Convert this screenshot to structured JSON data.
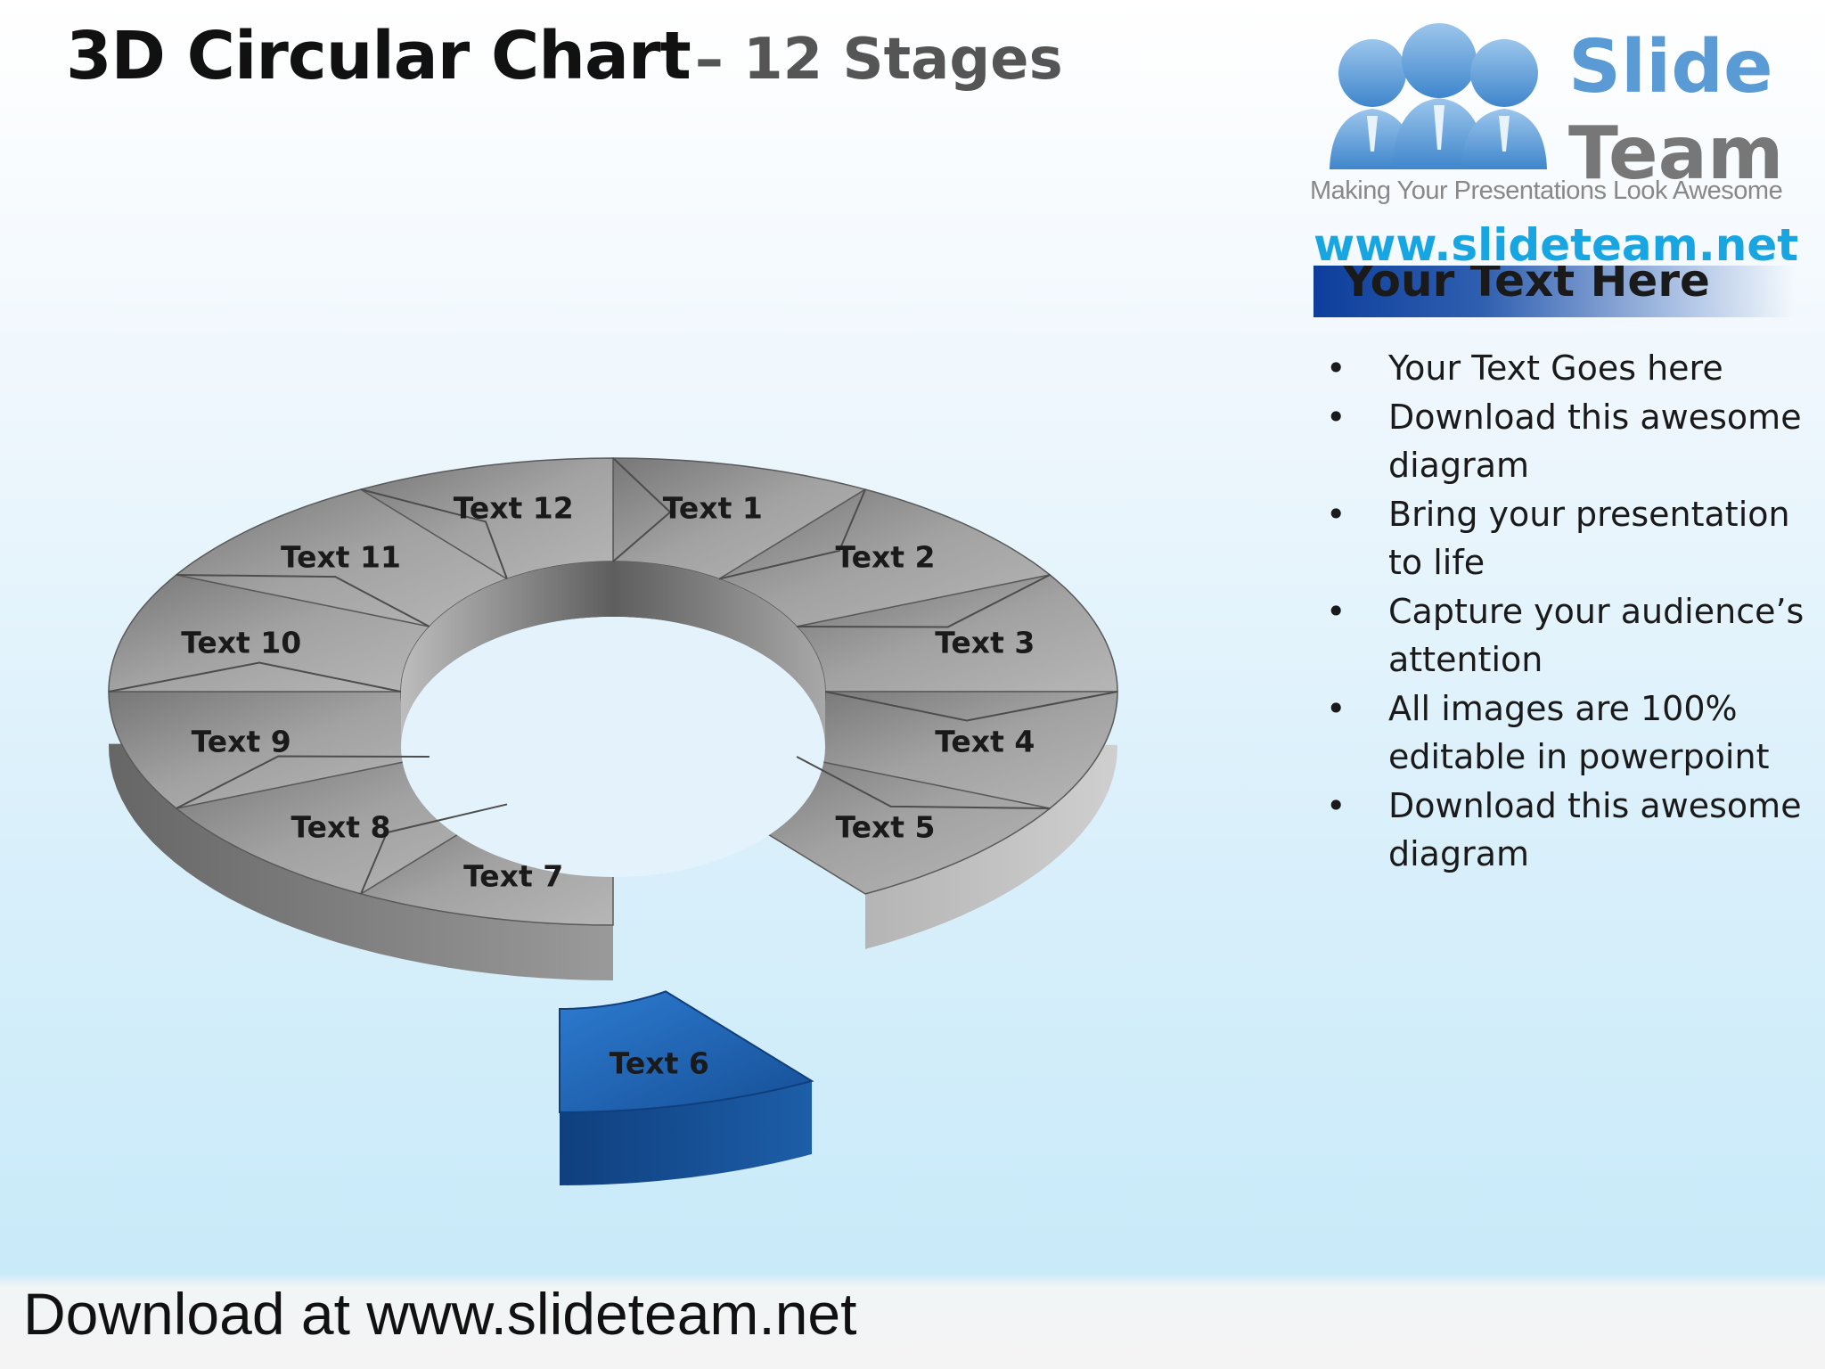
{
  "title": {
    "main": "3D Circular Chart",
    "sub": "– 12 Stages"
  },
  "logo": {
    "brand_line1": "Slide",
    "brand_line2": "Team",
    "tagline": "Making Your Presentations Look Awesome",
    "url": "www.slideteam.net",
    "icon": "people-group-icon"
  },
  "side_panel": {
    "header": "Your Text Here",
    "bullets": [
      "Your Text Goes here",
      "Download this awesome diagram",
      "Bring your presentation to life",
      "Capture your audience’s attention",
      "All images are 100% editable in powerpoint",
      "Download this awesome diagram"
    ]
  },
  "diagram": {
    "segments": [
      "Text 1",
      "Text 2",
      "Text 3",
      "Text 4",
      "Text 5",
      "Text 6",
      "Text 7",
      "Text 8",
      "Text 9",
      "Text 10",
      "Text 11",
      "Text 12"
    ],
    "highlighted_index": 5,
    "colors": {
      "segment": "#8e8e8e",
      "highlight": "#1f64b5"
    }
  },
  "footer": "Download at www.slideteam.net"
}
